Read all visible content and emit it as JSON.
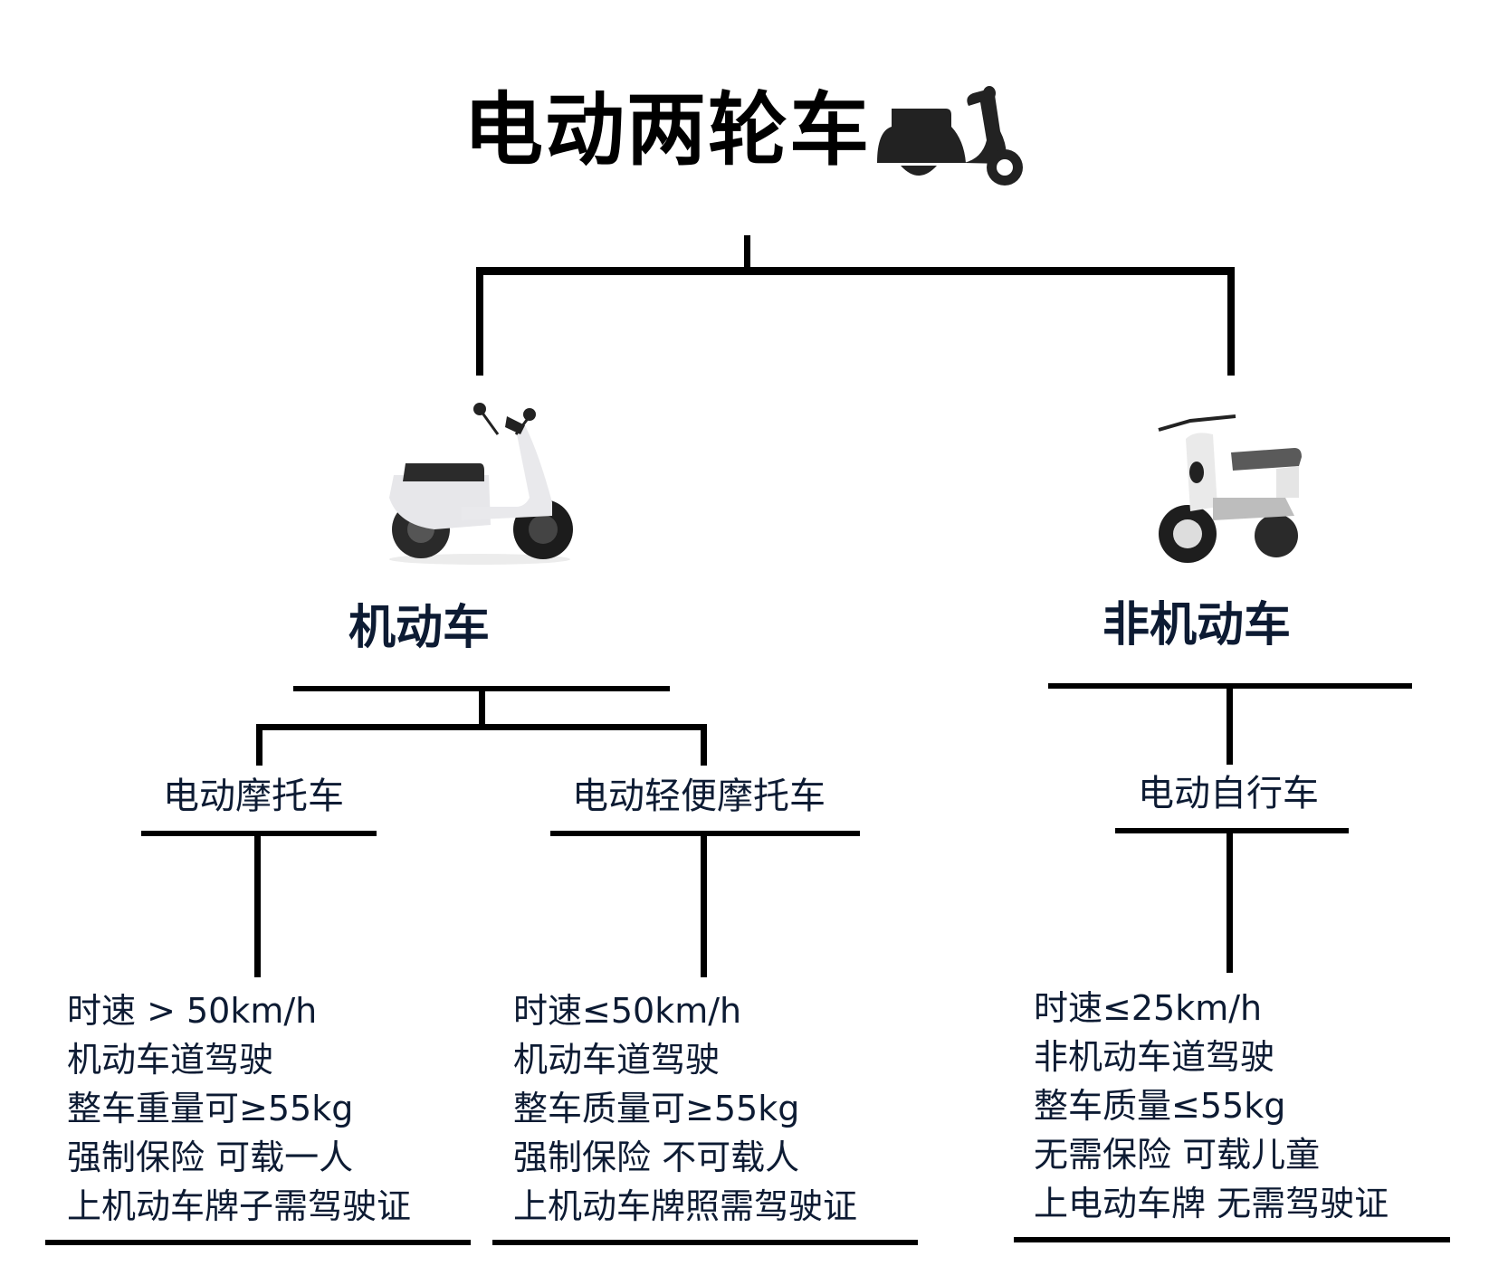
{
  "title": "电动两轮车",
  "title_icon": "scooter-silhouette-icon",
  "categories": [
    {
      "label": "机动车",
      "image": "white-electric-scooter-photo",
      "subtypes": [
        {
          "label": "电动摩托车",
          "specs": [
            "时速 > 50km/h",
            "机动车道驾驶",
            "整车重量可≥55kg",
            "强制保险 可载一人",
            "上机动车牌子需驾驶证"
          ]
        },
        {
          "label": "电动轻便摩托车",
          "specs": [
            "时速≤50km/h",
            "机动车道驾驶",
            "整车质量可≥55kg",
            "强制保险 不可载人",
            "上机动车牌照需驾驶证"
          ]
        }
      ]
    },
    {
      "label": "非机动车",
      "image": "white-electric-bicycle-photo",
      "subtypes": [
        {
          "label": "电动自行车",
          "specs": [
            "时速≤25km/h",
            "非机动车道驾驶",
            "整车质量≤55kg",
            "无需保险 可载儿童",
            "上电动车牌 无需驾驶证"
          ]
        }
      ]
    }
  ],
  "colors": {
    "line": "#000000",
    "text": "#0d1b33",
    "background": "#ffffff"
  }
}
